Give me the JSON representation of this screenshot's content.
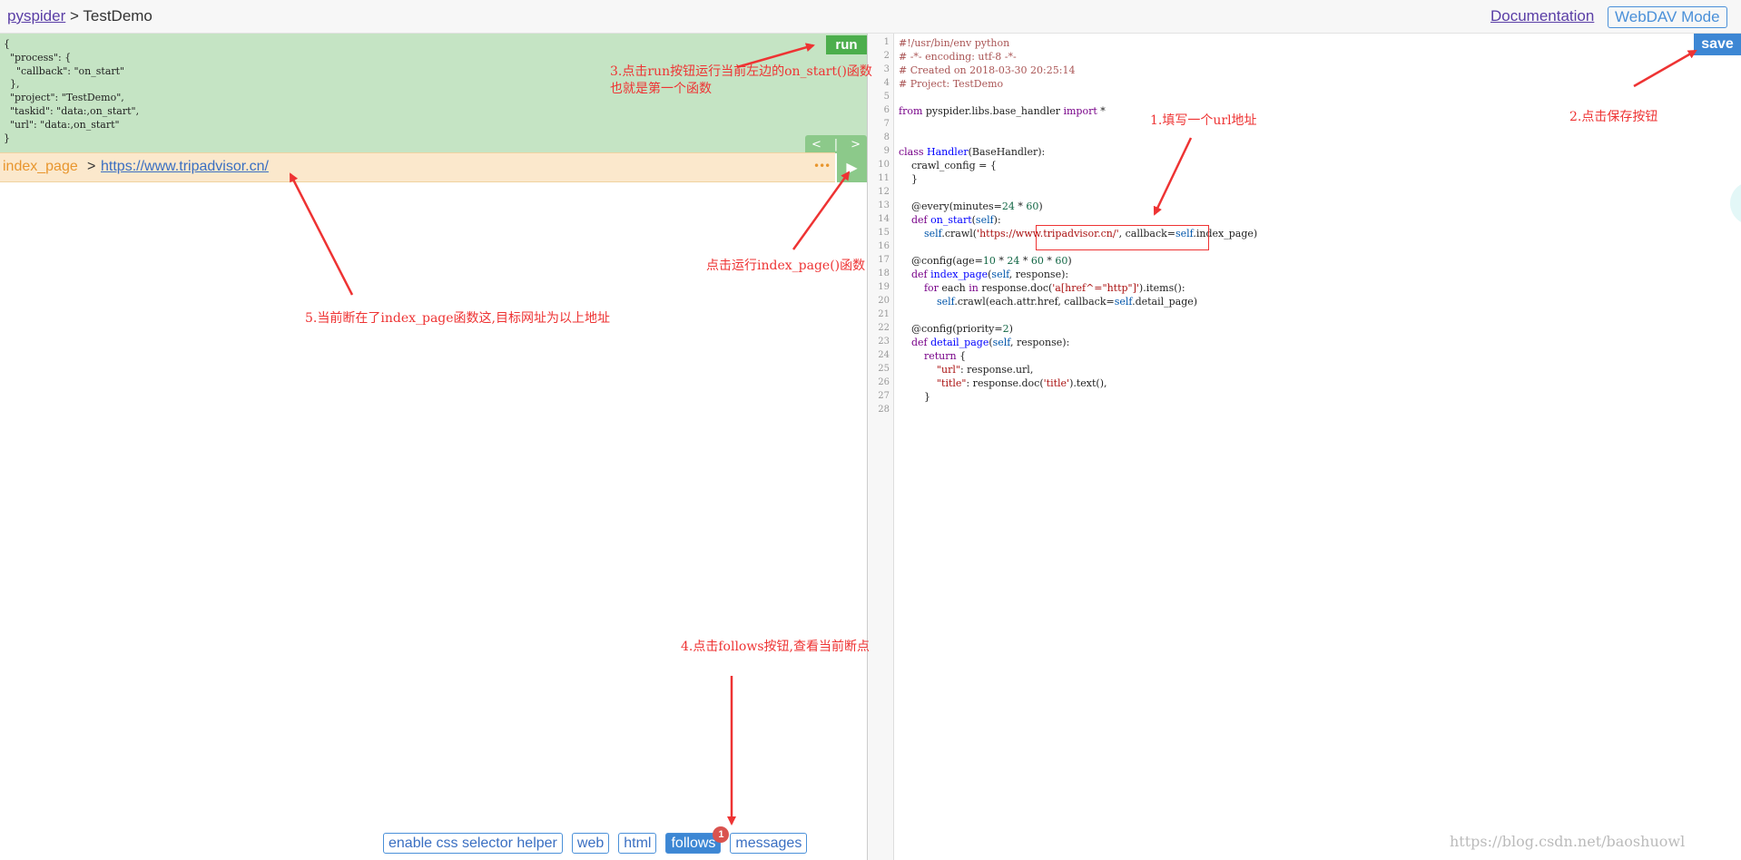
{
  "header": {
    "breadcrumb_root": "pyspider",
    "breadcrumb_sep": ">",
    "project": "TestDemo",
    "documentation": "Documentation",
    "webdav": "WebDAV Mode"
  },
  "task_json": "{\n  \"process\": {\n    \"callback\": \"on_start\"\n  },\n  \"project\": \"TestDemo\",\n  \"taskid\": \"data:,on_start\",\n  \"url\": \"data:,on_start\"\n}",
  "toolbar": {
    "run": "run",
    "save": "save",
    "prev": "<",
    "bar": "|",
    "next": ">",
    "play": "▶",
    "more": "•••"
  },
  "current": {
    "callback": "index_page",
    "sep": ">",
    "url": "https://www.tripadvisor.cn/"
  },
  "tabs": {
    "css_helper": "enable css selector helper",
    "web": "web",
    "html": "html",
    "follows": "follows",
    "follows_count": "1",
    "messages": "messages"
  },
  "code": {
    "line_numbers": [
      "1",
      "2",
      "3",
      "4",
      "5",
      "6",
      "7",
      "8",
      "9",
      "10",
      "11",
      "12",
      "13",
      "14",
      "15",
      "16",
      "17",
      "18",
      "19",
      "20",
      "21",
      "22",
      "23",
      "24",
      "25",
      "26",
      "27",
      "28"
    ],
    "l1": "#!/usr/bin/env python",
    "l2": "# -*- encoding: utf-8 -*-",
    "l3": "# Created on 2018-03-30 20:25:14",
    "l4": "# Project: TestDemo",
    "l6a": "from ",
    "l6b": "pyspider.libs.base_handler ",
    "l6c": "import",
    "l6d": " *",
    "l9a": "class ",
    "l9b": "Handler",
    "l9c": "(BaseHandler):",
    "l10": "    crawl_config = {",
    "l11": "    }",
    "l13a": "    @every(minutes=",
    "l13b": "24",
    "l13c": " * ",
    "l13d": "60",
    "l13e": ")",
    "l14a": "    def ",
    "l14b": "on_start",
    "l14c": "(",
    "l14d": "self",
    "l14e": "):",
    "l15a": "        ",
    "l15b": "self",
    "l15c": ".crawl(",
    "l15d": "'https://www.tripadvisor.cn/'",
    "l15e": ", callback=",
    "l15f": "self",
    "l15g": ".index_page)",
    "l17a": "    @config(age=",
    "l17b": "10",
    "l17c": " * ",
    "l17d": "24",
    "l17e": " * ",
    "l17f": "60",
    "l17g": " * ",
    "l17h": "60",
    "l17i": ")",
    "l18a": "    def ",
    "l18b": "index_page",
    "l18c": "(",
    "l18d": "self",
    "l18e": ", response):",
    "l19a": "        for ",
    "l19b": "each ",
    "l19c": "in",
    "l19d": " response.doc(",
    "l19e": "'a[href^=\"http\"]'",
    "l19f": ").items():",
    "l20a": "            ",
    "l20b": "self",
    "l20c": ".crawl(each.attr.href, callback=",
    "l20d": "self",
    "l20e": ".detail_page)",
    "l22a": "    @config(priority=",
    "l22b": "2",
    "l22c": ")",
    "l23a": "    def ",
    "l23b": "detail_page",
    "l23c": "(",
    "l23d": "self",
    "l23e": ", response):",
    "l24a": "        ",
    "l24b": "return",
    "l24c": " {",
    "l25a": "            ",
    "l25b": "\"url\"",
    "l25c": ": response.url,",
    "l26a": "            ",
    "l26b": "\"title\"",
    "l26c": ": response.doc(",
    "l26d": "'title'",
    "l26e": ").text(),",
    "l27": "        }"
  },
  "annotations": {
    "a1": "1.填写一个url地址",
    "a2": "2.点击保存按钮",
    "a3_line1": "3.点击run按钮运行当前左边的on_start()函数",
    "a3_line2": "也就是第一个函数",
    "a4": "4.点击follows按钮,查看当前断点",
    "a5": "5.当前断在了index_page函数这,目标网址为以上地址",
    "a6": "点击运行index_page()函数"
  },
  "watermark": "https://blog.csdn.net/baoshuowl",
  "colors": {
    "task_bg": "#c5e4c4",
    "url_bg": "#fbe8cc",
    "run_green": "#4cae4c",
    "save_blue": "#3d87d4",
    "annotation_red": "#e33"
  }
}
